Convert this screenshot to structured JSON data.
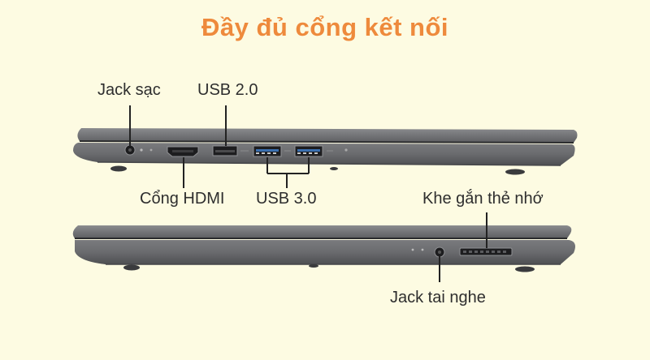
{
  "title": "Đầy đủ cổng kết nối",
  "labels": {
    "charging_jack": "Jack sạc",
    "usb2": "USB 2.0",
    "hdmi": "Cổng HDMI",
    "usb3": "USB 3.0",
    "card_slot": "Khe gắn thẻ nhớ",
    "headphone_jack": "Jack tai nghe"
  },
  "colors": {
    "background": "#fdfbe2",
    "title": "#ee8a3c",
    "laptop_body": "#6c6d70",
    "text": "#2e2e2e"
  }
}
